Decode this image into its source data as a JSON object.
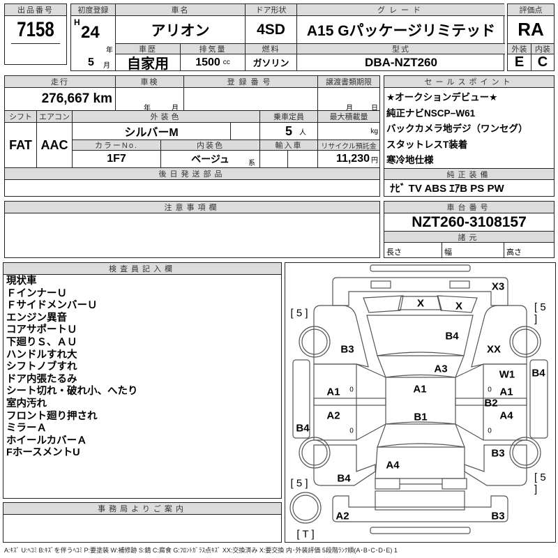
{
  "lot": {
    "label": "出品番号",
    "value": "7158"
  },
  "top": {
    "first_reg_label": "初度登録",
    "era": "H",
    "year": "24",
    "year_unit": "年",
    "month": "5",
    "month_unit": "月",
    "car_name_label": "車名",
    "car_name": "アリオン",
    "door_label": "ドア形状",
    "door": "4SD",
    "grade_label": "グレード",
    "grade": "A15 Gパッケージリミテッド",
    "history_label": "車歴",
    "history": "自家用",
    "displacement_label": "排気量",
    "displacement": "1500",
    "displacement_unit": "cc",
    "fuel_label": "燃料",
    "fuel": "ガソリン",
    "model_label": "型式",
    "model": "DBA-NZT260"
  },
  "score": {
    "label": "評価点",
    "value": "RA",
    "exterior_label": "外装",
    "interior_label": "内装",
    "exterior": "E",
    "interior": "C"
  },
  "mid": {
    "mileage_label": "走行",
    "mileage": "276,667 km",
    "inspection_label": "車検",
    "insp_year_unit": "年",
    "insp_month_unit": "月",
    "reg_no_label": "登録番号",
    "transfer_label": "譲渡書類期限",
    "transfer_month_unit": "月",
    "transfer_day_unit": "日",
    "shift_label": "シフト",
    "shift": "FAT",
    "ac_label": "エアコン",
    "ac": "AAC",
    "color_label": "外装色",
    "color": "シルバーM",
    "capacity_label": "乗車定員",
    "capacity": "5",
    "capacity_unit": "人",
    "load_label": "最大積載量",
    "load_unit": "kg",
    "color_no_label": "カラーNo.",
    "color_no": "1F7",
    "interior_color_label": "内装色",
    "interior_color": "ベージュ",
    "interior_color_unit": "系",
    "import_label": "輸入車",
    "recycle_label": "リサイクル預託金",
    "recycle": "11,230",
    "recycle_unit": "円",
    "later_parts_label": "後日発送部品"
  },
  "sales": {
    "label": "セールスポイント",
    "lines": [
      "★オークションデビュー★",
      "純正ナビNSCP−W61",
      "バックカメラ地デジ（ワンセグ）",
      "スタットレスT装着",
      "寒冷地仕様"
    ],
    "equipment_label": "純正装備",
    "equipment": "ﾅﾋﾞ TV ABS ｴｱB PS PW"
  },
  "notes": {
    "label": "注意事項欄"
  },
  "chassis": {
    "label": "車台番号",
    "value": "NZT260-3108157",
    "spec_label": "諸元",
    "length_label": "長さ",
    "width_label": "幅",
    "height_label": "高さ"
  },
  "inspector": {
    "label": "検査員記入欄",
    "lines": [
      "現状車",
      "ＦインナーＵ",
      "ＦサイドメンバーＵ",
      "エンジン異音",
      "コアサポートＵ",
      "下廻りＳ、ＡＵ",
      "ハンドルすれ大",
      "シフトノブすれ",
      "ドア内張たるみ",
      "シート切れ・破れ小、へたり",
      "室内汚れ",
      "フロント廻り押され",
      "ミラーＡ",
      "ホイールカバーＡ",
      "FホースメントU"
    ]
  },
  "office": {
    "label": "事務局よりご案内"
  },
  "diagram": {
    "marks": [
      "X3",
      "[ 5 ]",
      "X",
      "X",
      "[ 5 ]",
      "B4",
      "B3",
      "XX",
      "A3",
      "W1",
      "B4",
      "A1",
      "A1",
      "A1",
      "B2",
      "A2",
      "B1",
      "A4",
      "B4",
      "B3",
      "A4",
      "[ 5 ]",
      "B4",
      "[ 5 ]",
      "A2",
      "B3",
      "[ T ]"
    ],
    "zero": "0"
  },
  "legend": "A:ｷｽﾞ U:ﾍｺﾐ B:ｷｽﾞを伴うﾍｺﾐ P:要塗装 W:補修跡 S:錆 C:腐食 G:ﾌﾛﾝﾄｶﾞﾗｽ点ｷｽﾞ XX:交換済み X:要交換  内･外装評価  5段階ﾗﾝｸ順(A･B･C･D･E) 1"
}
